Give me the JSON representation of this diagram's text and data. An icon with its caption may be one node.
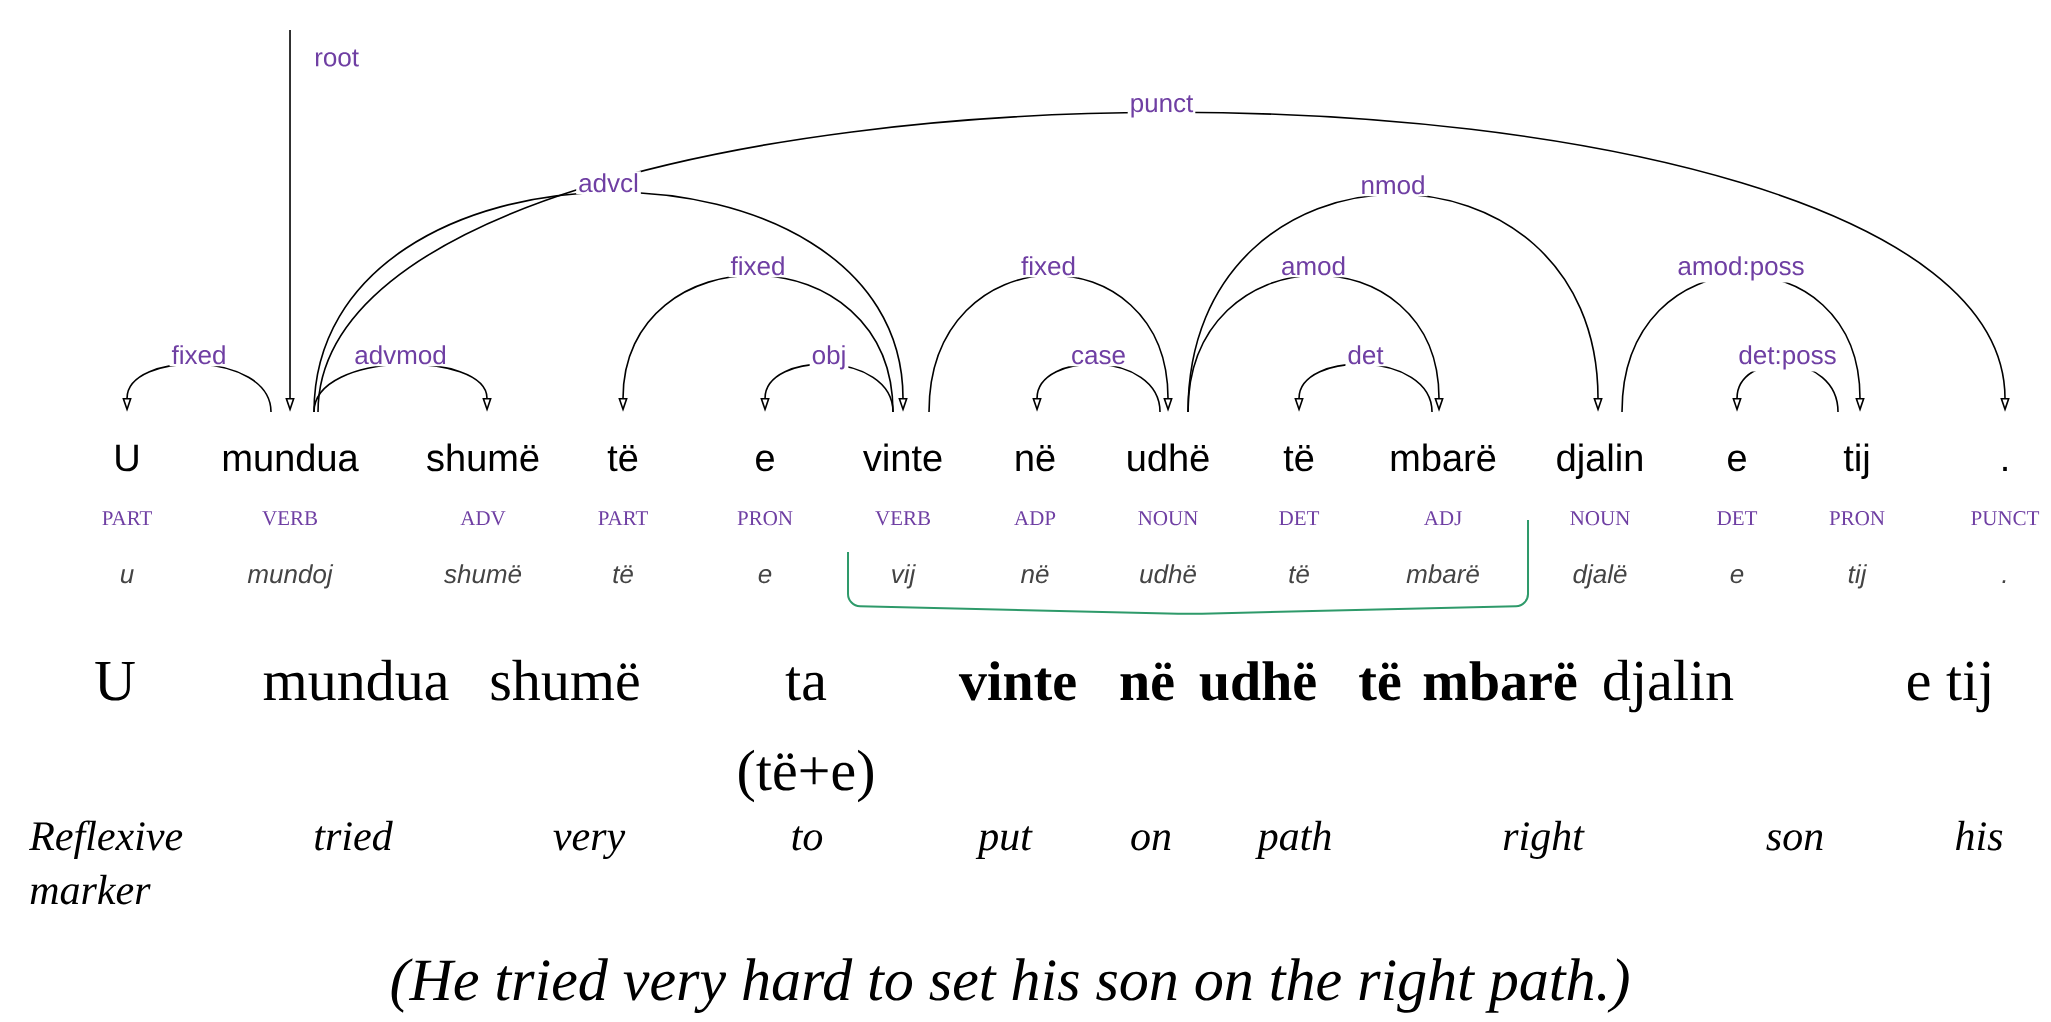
{
  "diagram": {
    "nodes": [
      {
        "text": [
          "U",
          "PART",
          "u"
        ]
      },
      {
        "text": [
          "mundua",
          "VERB",
          "mundoj"
        ]
      },
      {
        "text": [
          "shumë",
          "ADV",
          "shumë"
        ]
      },
      {
        "text": [
          "të",
          "PART",
          "të"
        ]
      },
      {
        "text": [
          "e",
          "PRON",
          "e"
        ]
      },
      {
        "text": [
          "vinte",
          "VERB",
          "vij"
        ]
      },
      {
        "text": [
          "në",
          "ADP",
          "në"
        ]
      },
      {
        "text": [
          "udhë",
          "NOUN",
          "udhë"
        ]
      },
      {
        "text": [
          "të",
          "DET",
          "të"
        ]
      },
      {
        "text": [
          "mbarë",
          "ADJ",
          "mbarë"
        ]
      },
      {
        "text": [
          "djalin",
          "NOUN",
          "djalë"
        ]
      },
      {
        "text": [
          "e",
          "DET",
          "e"
        ]
      },
      {
        "text": [
          "tij",
          "PRON",
          "tij"
        ]
      },
      {
        "text": [
          ".",
          "PUNCT",
          "."
        ]
      }
    ],
    "edges": [
      {
        "from": null,
        "to": 1,
        "arrow": "to",
        "label": "root"
      },
      {
        "from": 1,
        "to": 0,
        "arrow": "to",
        "label": "fixed"
      },
      {
        "from": 1,
        "to": 2,
        "arrow": "to",
        "label": "advmod"
      },
      {
        "from": 1,
        "to": 5,
        "arrow": "to",
        "label": "advcl"
      },
      {
        "from": 1,
        "to": 13,
        "arrow": "to",
        "label": "punct"
      },
      {
        "from": 5,
        "to": 3,
        "arrow": "to",
        "label": "fixed"
      },
      {
        "from": 5,
        "to": 4,
        "arrow": "to",
        "label": "obj"
      },
      {
        "from": 5,
        "to": 7,
        "arrow": "to",
        "label": "fixed"
      },
      {
        "from": 7,
        "to": 6,
        "arrow": "to",
        "label": "case"
      },
      {
        "from": 7,
        "to": 9,
        "arrow": "to",
        "label": "amod"
      },
      {
        "from": 7,
        "to": 10,
        "arrow": "to",
        "label": "nmod"
      },
      {
        "from": 9,
        "to": 8,
        "arrow": "to",
        "label": "det"
      },
      {
        "from": 10,
        "to": 12,
        "arrow": "to",
        "label": "amod:poss"
      },
      {
        "from": 12,
        "to": 11,
        "arrow": "to",
        "label": "det:poss"
      }
    ],
    "labels": [
      "U",
      "mundua",
      "shumë",
      "ta",
      "vinte",
      "në",
      "udhë",
      "të",
      "mbarë",
      "djalin",
      "e tij",
      "(të+e)",
      "Reflexive marker",
      "tried",
      "very",
      "to",
      "put",
      "on",
      "path",
      "right",
      "son",
      "his",
      "(He tried very hard to set his son on the right path.)"
    ]
  }
}
